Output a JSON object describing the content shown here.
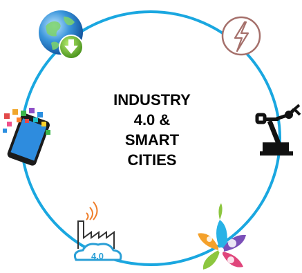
{
  "title_lines": [
    "INDUSTRY",
    "4.0 &",
    "SMART",
    "CITIES"
  ],
  "nodes": [
    {
      "name": "globe-download-icon"
    },
    {
      "name": "energy-bolt-icon"
    },
    {
      "name": "robot-arm-icon"
    },
    {
      "name": "smart-city-services-icon"
    },
    {
      "name": "factory-4-0-icon",
      "label": "4.0"
    },
    {
      "name": "smartphone-apps-icon"
    }
  ],
  "colors": {
    "ring": "#1aa7e0",
    "bolt": "#a5706b",
    "robot": "#111111",
    "factory_cloud": "#2a9fd6",
    "globe": "#1f7fc4",
    "download": "#5aa321"
  }
}
